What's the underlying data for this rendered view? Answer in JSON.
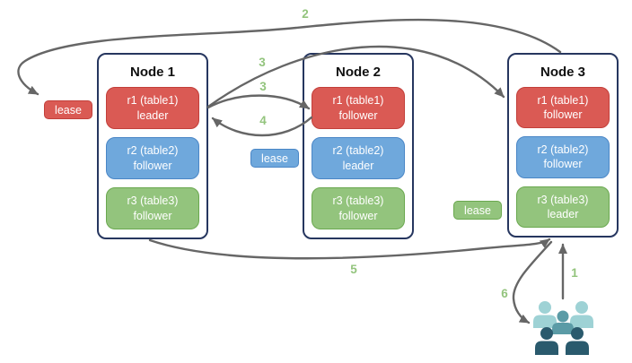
{
  "nodes": [
    {
      "title": "Node 1",
      "replicas": [
        {
          "line1": "r1 (table1)",
          "line2": "leader",
          "color": "red"
        },
        {
          "line1": "r2 (table2)",
          "line2": "follower",
          "color": "blue"
        },
        {
          "line1": "r3 (table3)",
          "line2": "follower",
          "color": "green"
        }
      ]
    },
    {
      "title": "Node 2",
      "replicas": [
        {
          "line1": "r1 (table1)",
          "line2": "follower",
          "color": "red"
        },
        {
          "line1": "r2 (table2)",
          "line2": "leader",
          "color": "blue"
        },
        {
          "line1": "r3 (table3)",
          "line2": "follower",
          "color": "green"
        }
      ]
    },
    {
      "title": "Node 3",
      "replicas": [
        {
          "line1": "r1 (table1)",
          "line2": "follower",
          "color": "red"
        },
        {
          "line1": "r2 (table2)",
          "line2": "follower",
          "color": "blue"
        },
        {
          "line1": "r3 (table3)",
          "line2": "leader",
          "color": "green"
        }
      ]
    }
  ],
  "leases": [
    {
      "label": "lease",
      "color": "red"
    },
    {
      "label": "lease",
      "color": "blue"
    },
    {
      "label": "lease",
      "color": "green"
    }
  ],
  "steps": {
    "s1": "1",
    "s2": "2",
    "s3a": "3",
    "s3b": "3",
    "s4": "4",
    "s5": "5",
    "s6": "6"
  },
  "icons": {
    "users": "users-group-icon"
  },
  "colors": {
    "red_fill": "#DA5A54",
    "red_border": "#C23F3A",
    "blue_fill": "#6FA8DC",
    "blue_border": "#4A86C6",
    "green_fill": "#93C47D",
    "green_border": "#6AA84F",
    "node_border": "#26365F",
    "node_title": "#111111",
    "arrow": "#666666",
    "step_label": "#93C47D",
    "users_light": "#9ED2D5",
    "users_medium": "#5B9BA6",
    "users_dark": "#2A5A6D"
  }
}
